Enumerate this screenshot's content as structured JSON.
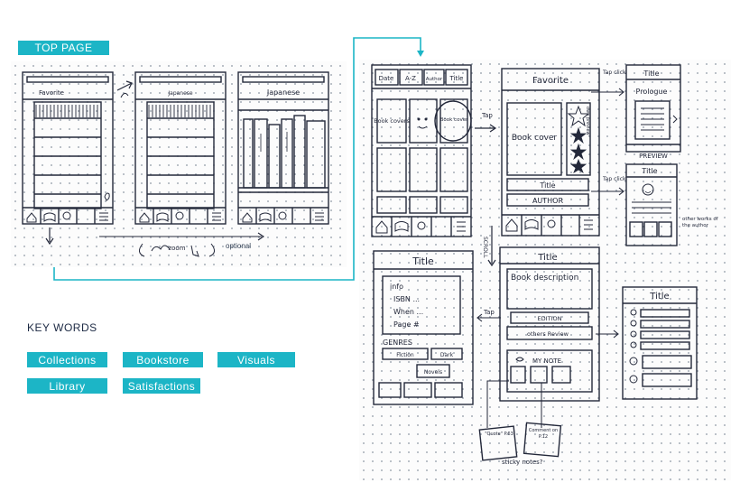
{
  "header": {
    "top_page": "TOP PAGE"
  },
  "keywords": {
    "heading": "KEY WORDS",
    "items": [
      "Collections",
      "Bookstore",
      "Visuals",
      "Library",
      "Satisfactions"
    ]
  },
  "left_sketch": {
    "screen1_label": "Favorite",
    "screen2_label": "Japanese",
    "screen3_label": "Japanese",
    "zoom_gesture": "zoom",
    "optional_note": "optional"
  },
  "right_sketch": {
    "tabs": [
      "Date",
      "A-Z",
      "Author",
      "Title"
    ],
    "book_covers": "Book covers",
    "book_cover_tap": "Book cover",
    "tap": "Tap",
    "tap_click": "Tap click",
    "favorite": "Favorite",
    "book_cover": "Book cover",
    "own_preview": "own preview",
    "title": "Title",
    "author": "AUTHOR",
    "prologue": "Prologue",
    "preview": "PREVIEW",
    "other_works": "other works of the author",
    "scroll": "SCROLL",
    "info_lines": [
      "info",
      "ISBN ...",
      "When ...",
      "Page #"
    ],
    "genres": "GENRES",
    "fiction": "Fiction",
    "dark": "Dark",
    "novels": "Novels",
    "book_description": "Book description",
    "edition": "EDITION",
    "others_review": "others Review",
    "my_note": "MY NOTE",
    "quote_note": "\"Quote\" P.63",
    "comment_note": "Comment on P.12",
    "sticky_notes": "sticky notes?"
  },
  "colors": {
    "accent": "#1cb5c6",
    "ink": "#23283a",
    "connector": "#1cb5c6"
  }
}
